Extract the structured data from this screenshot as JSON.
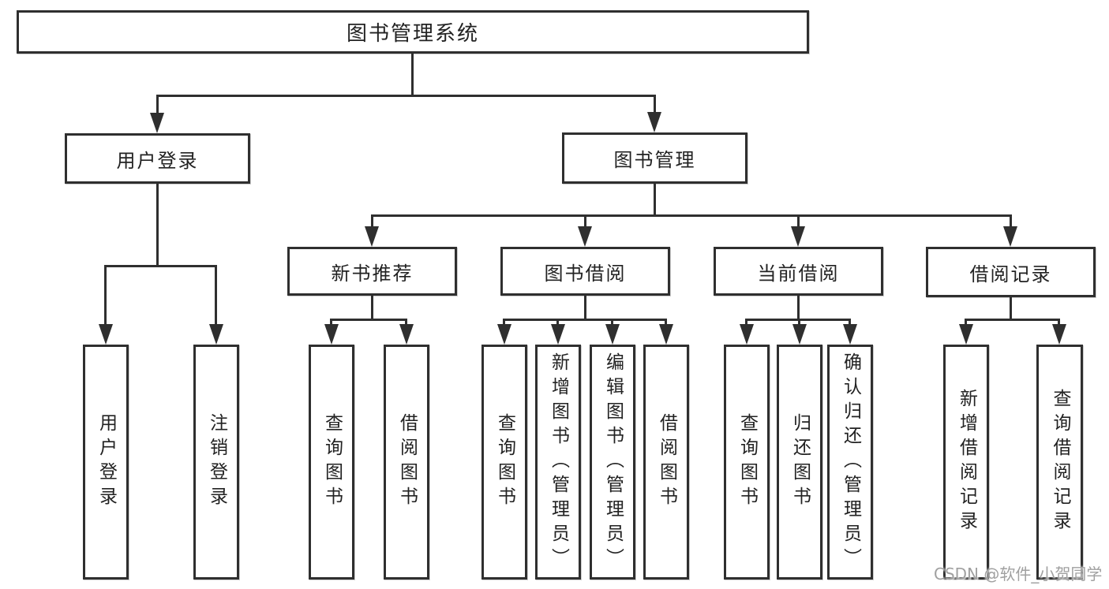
{
  "diagram": {
    "type": "hierarchy-tree",
    "root": {
      "label": "图书管理系统"
    },
    "level2": [
      {
        "label": "用户登录"
      },
      {
        "label": "图书管理"
      }
    ],
    "level3": [
      {
        "label": "新书推荐",
        "parent": "图书管理"
      },
      {
        "label": "图书借阅",
        "parent": "图书管理"
      },
      {
        "label": "当前借阅",
        "parent": "图书管理"
      },
      {
        "label": "借阅记录",
        "parent": "图书管理"
      }
    ],
    "leaves": [
      {
        "label": "用户登录",
        "parent": "用户登录"
      },
      {
        "label": "注销登录",
        "parent": "用户登录"
      },
      {
        "label": "查询图书",
        "parent": "新书推荐"
      },
      {
        "label": "借阅图书",
        "parent": "新书推荐"
      },
      {
        "label": "查询图书",
        "parent": "图书借阅"
      },
      {
        "label": "新增图书（管理员）",
        "parent": "图书借阅"
      },
      {
        "label": "编辑图书（管理员）",
        "parent": "图书借阅"
      },
      {
        "label": "借阅图书",
        "parent": "图书借阅"
      },
      {
        "label": "查询图书",
        "parent": "当前借阅"
      },
      {
        "label": "归还图书",
        "parent": "当前借阅"
      },
      {
        "label": "确认归还（管理员）",
        "parent": "当前借阅"
      },
      {
        "label": "新增借阅记录",
        "parent": "借阅记录"
      },
      {
        "label": "查询借阅记录",
        "parent": "借阅记录"
      }
    ]
  },
  "watermark": {
    "text": "CSDN @软件_小贺同学"
  },
  "colors": {
    "line": "#2f2f2f",
    "box_border": "#2f2f2f",
    "box_fill": "#ffffff",
    "text": "#222222",
    "watermark": "#a0a0a0",
    "background": "#ffffff"
  }
}
